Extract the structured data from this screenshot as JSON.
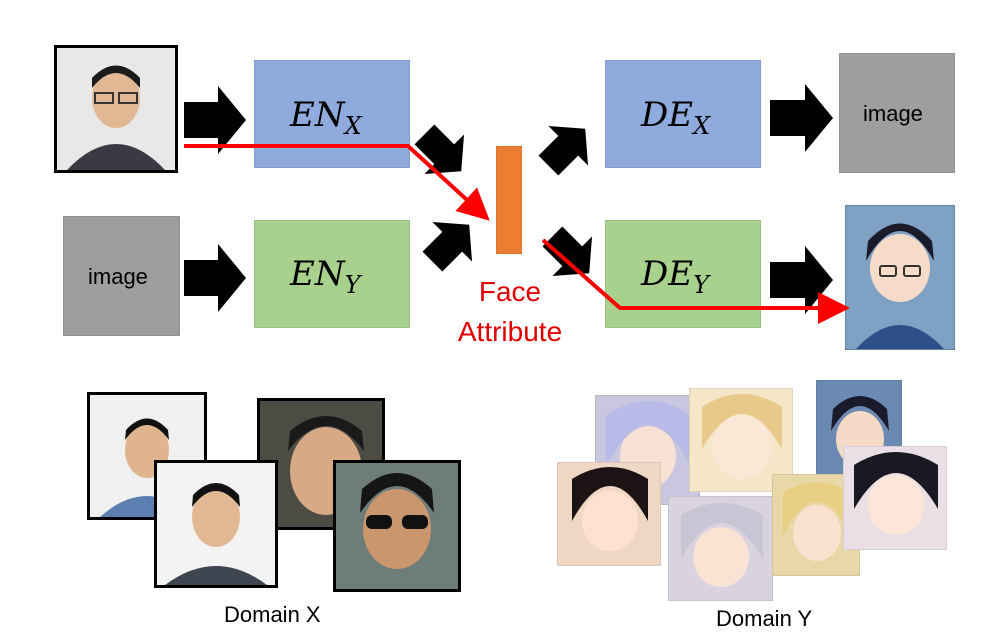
{
  "encoders": {
    "x": {
      "label": "EN",
      "sub": "X"
    },
    "y": {
      "label": "EN",
      "sub": "Y"
    }
  },
  "decoders": {
    "x": {
      "label": "DE",
      "sub": "X"
    },
    "y": {
      "label": "DE",
      "sub": "Y"
    }
  },
  "image_placeholders": {
    "input_y": "image",
    "output_x": "image"
  },
  "face_attribute": {
    "line1": "Face",
    "line2": "Attribute"
  },
  "domains": {
    "x": "Domain X",
    "y": "Domain Y"
  },
  "colors": {
    "encoder_x": "#8faadc",
    "encoder_y": "#a9d18e",
    "latent": "#ed7d31",
    "path": "#ff0000",
    "placeholder": "#9e9e9e"
  }
}
